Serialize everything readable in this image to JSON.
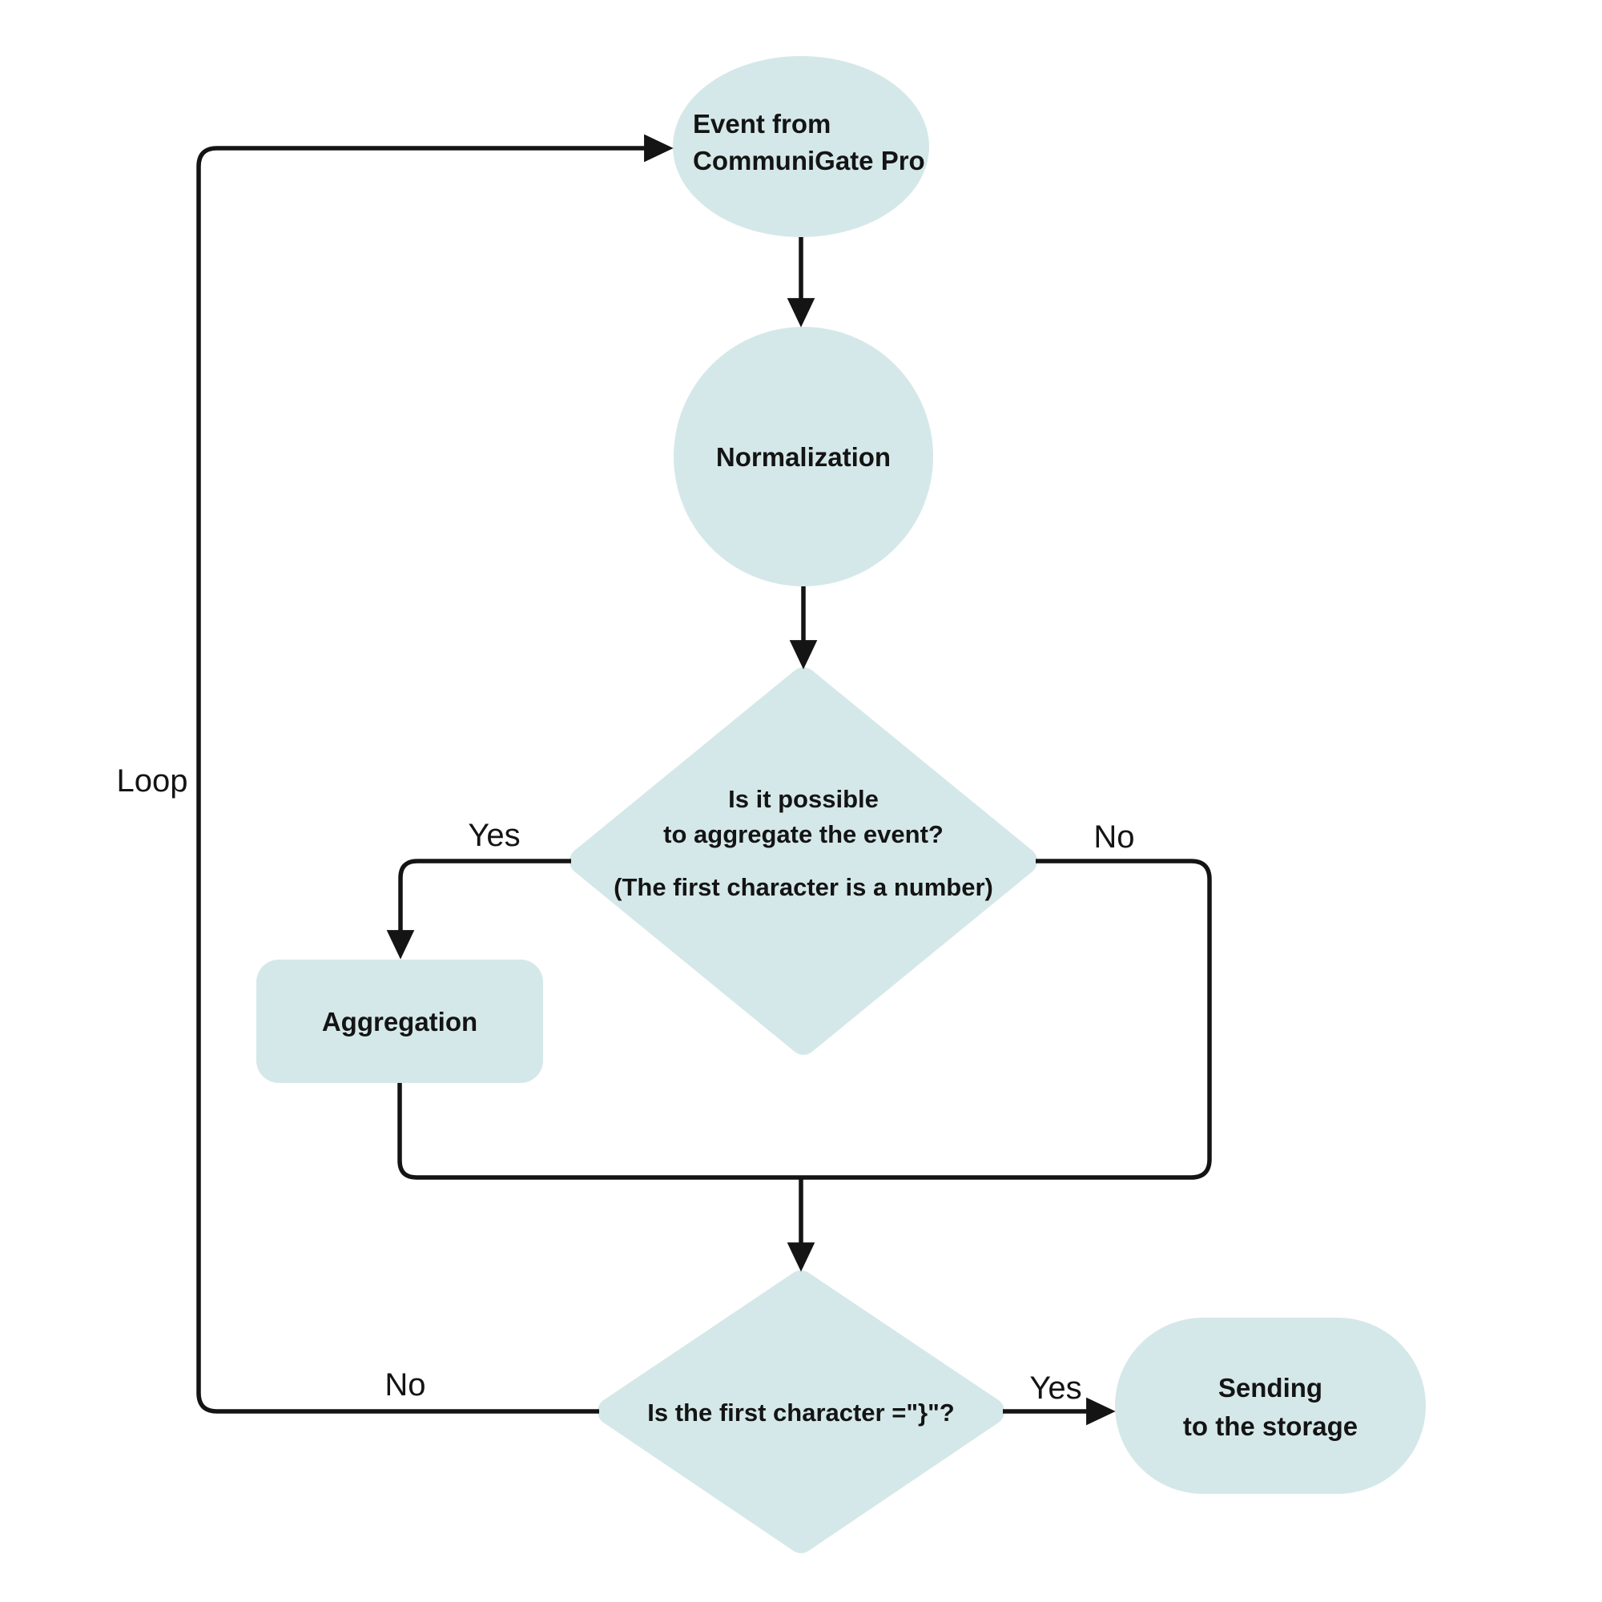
{
  "diagram": {
    "background": "#ffffff",
    "colors": {
      "node_fill": "#d5e8e9",
      "line": "#141414",
      "text": "#141414"
    },
    "nodes": {
      "event": {
        "shape": "ellipse",
        "line1": "Event from",
        "line2": "CommuniGate Pro"
      },
      "normalization": {
        "shape": "circle",
        "label": "Normalization"
      },
      "aggregate_decision": {
        "shape": "diamond",
        "line1": "Is it possible",
        "line2": "to aggregate the event?",
        "line3": "(The first character is a number)"
      },
      "aggregation": {
        "shape": "rounded-rect",
        "label": "Aggregation"
      },
      "closing_brace_decision": {
        "shape": "diamond",
        "label": "Is the first character =\"}\"?"
      },
      "storage": {
        "shape": "stadium",
        "line1": "Sending",
        "line2": "to the storage"
      }
    },
    "edge_labels": {
      "aggregate_yes": "Yes",
      "aggregate_no": "No",
      "brace_yes": "Yes",
      "brace_no": "No",
      "loop": "Loop"
    }
  }
}
